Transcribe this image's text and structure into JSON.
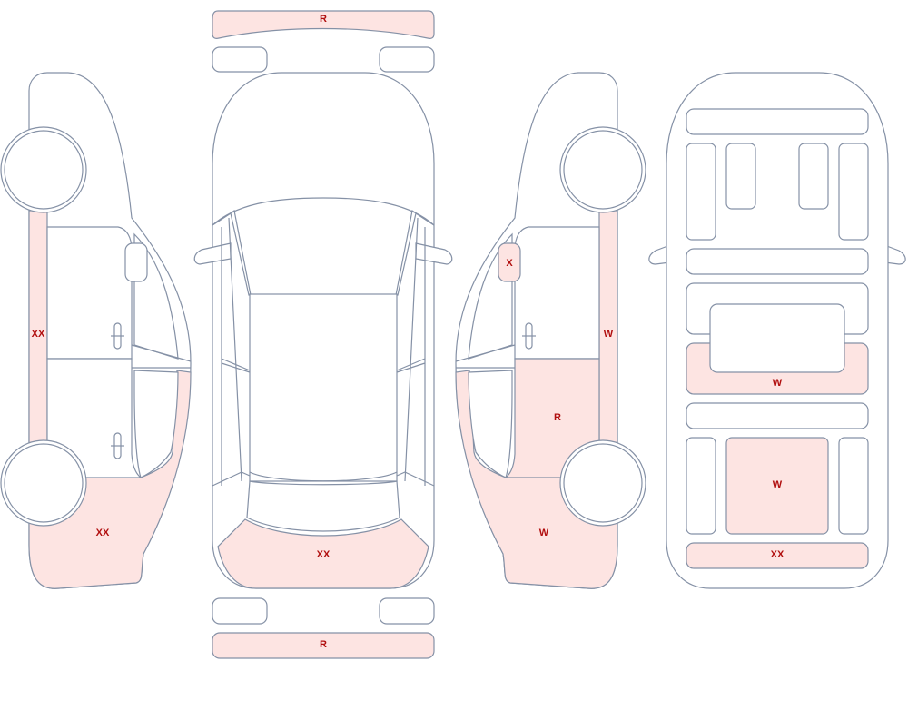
{
  "colors": {
    "outline": "#8591a6",
    "damage_fill": "#fde4e2",
    "label": "#b10f0f",
    "body_fill": "#ffffff"
  },
  "labels": {
    "left_side": {
      "rocker": "XX",
      "rear_quarter": "XX"
    },
    "top_view": {
      "front_bumper": "R",
      "hood": "XX",
      "rear_bumper": "R"
    },
    "right_side": {
      "mirror": "X",
      "rocker": "W",
      "rear_door": "R",
      "rear_quarter": "W"
    },
    "bottom_view": {
      "mid_panel": "W",
      "rear_panel": "W",
      "rear_strip": "XX"
    }
  }
}
